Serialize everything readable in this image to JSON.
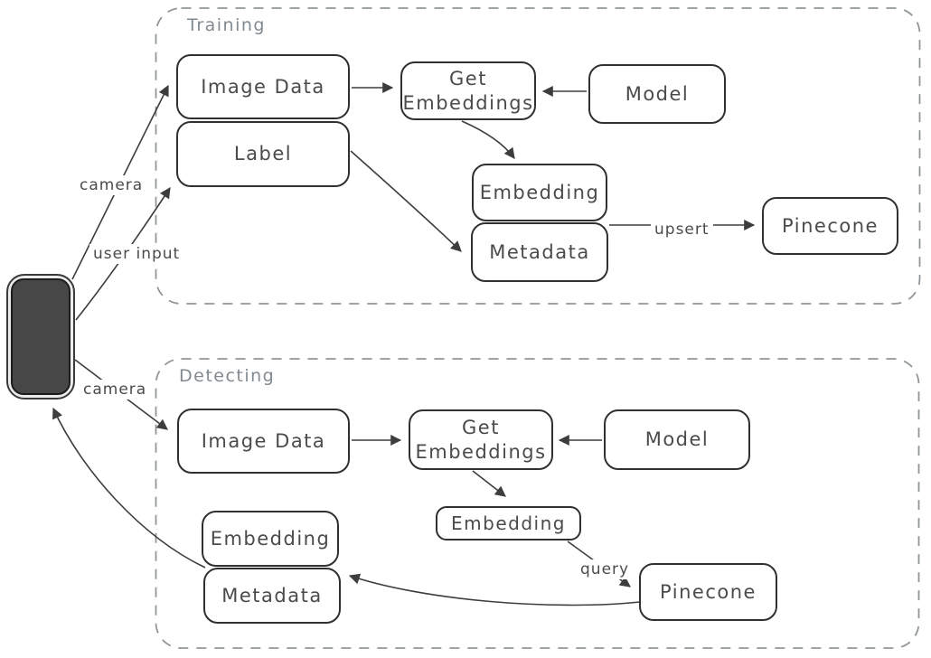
{
  "colors": {
    "background": "#ffffff",
    "arrow_stroke": "#3d3d3d",
    "node_border": "#303030",
    "node_text": "#4b4b4b",
    "group_border": "#909699",
    "group_title": "#828a90",
    "phone_body": "#474747",
    "phone_ring": "#ebebeb"
  },
  "device": {
    "name": "phone"
  },
  "groups": [
    {
      "title": "Training",
      "nodes": [
        {
          "id": "image-data",
          "label": "Image Data"
        },
        {
          "id": "label",
          "label": "Label"
        },
        {
          "id": "get-embeddings",
          "label": "Get Embeddings"
        },
        {
          "id": "model",
          "label": "Model"
        },
        {
          "id": "embedding",
          "label": "Embedding"
        },
        {
          "id": "metadata",
          "label": "Metadata"
        },
        {
          "id": "pinecone",
          "label": "Pinecone"
        }
      ]
    },
    {
      "title": "Detecting",
      "nodes": [
        {
          "id": "image-data",
          "label": "Image Data"
        },
        {
          "id": "get-embeddings",
          "label": "Get Embeddings"
        },
        {
          "id": "model",
          "label": "Model"
        },
        {
          "id": "embedding-result",
          "label": "Embedding"
        },
        {
          "id": "embedding",
          "label": "Embedding"
        },
        {
          "id": "metadata",
          "label": "Metadata"
        },
        {
          "id": "pinecone",
          "label": "Pinecone"
        }
      ]
    }
  ],
  "edge_labels": {
    "camera_training": "camera",
    "user_input": "user input",
    "upsert": "upsert",
    "camera_detecting": "camera",
    "query": "query"
  }
}
